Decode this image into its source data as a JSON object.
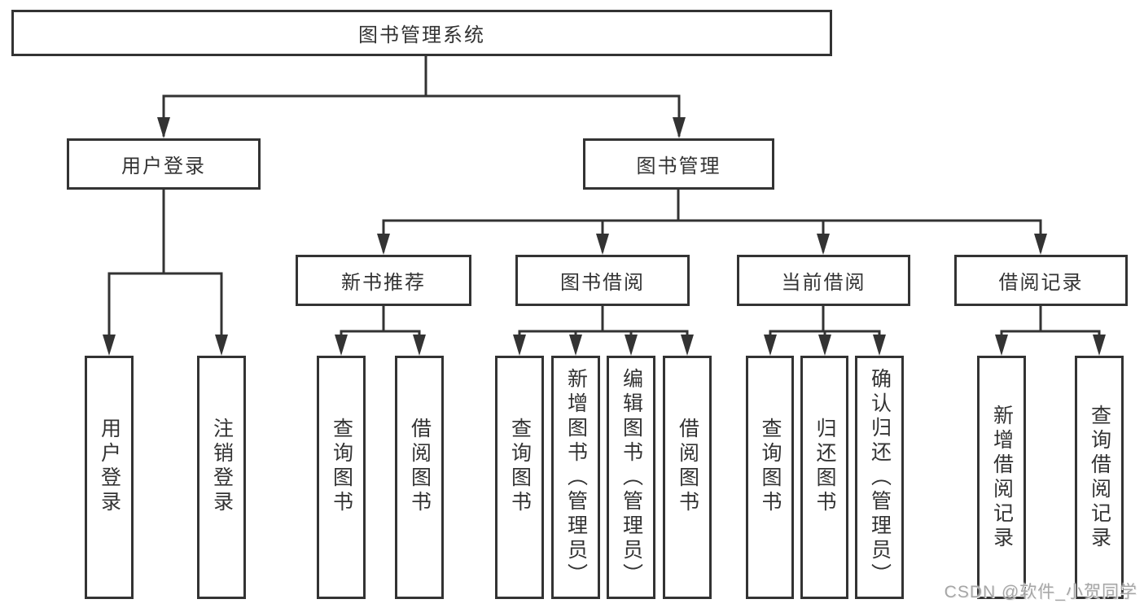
{
  "diagram": {
    "root": {
      "label": "图书管理系统"
    },
    "branches": [
      {
        "label": "用户登录",
        "children": [
          "用户登录",
          "注销登录"
        ]
      },
      {
        "label": "图书管理",
        "groups": [
          {
            "label": "新书推荐",
            "children": [
              "查询图书",
              "借阅图书"
            ]
          },
          {
            "label": "图书借阅",
            "children": [
              "查询图书",
              "新增图书（管理员）",
              "编辑图书（管理员）",
              "借阅图书"
            ]
          },
          {
            "label": "当前借阅",
            "children": [
              "查询图书",
              "归还图书",
              "确认归还（管理员）"
            ]
          },
          {
            "label": "借阅记录",
            "children": [
              "新增借阅记录",
              "查询借阅记录"
            ]
          }
        ]
      }
    ],
    "watermark": "CSDN @软件_小贺同学",
    "colors": {
      "line": "#333333",
      "text": "#333333",
      "watermark": "#a6a6a6",
      "background": "#ffffff"
    }
  }
}
